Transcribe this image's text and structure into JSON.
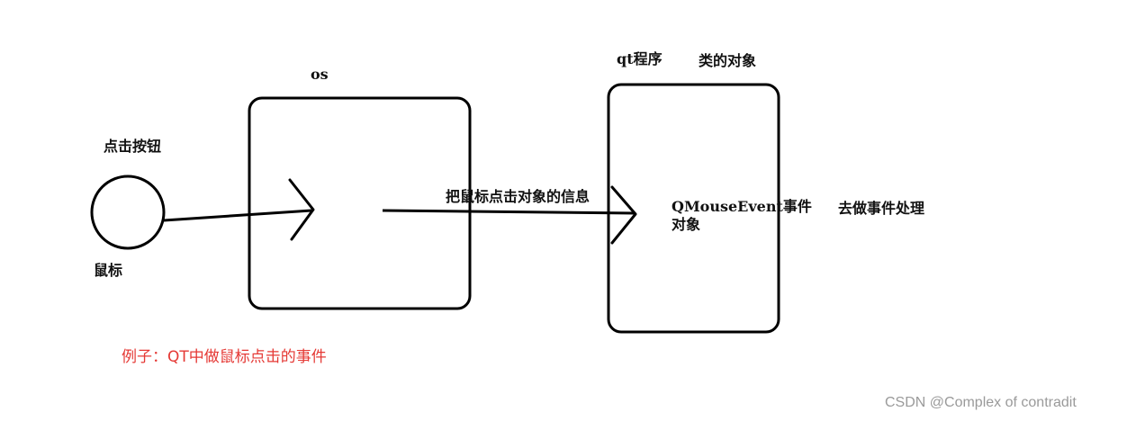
{
  "labels": {
    "click_button": "点击按钮",
    "mouse": "鼠标",
    "os": "os",
    "qt_program": "qt程序",
    "class_object": "类的对象",
    "pass_info": "把鼠标点击对象的信息",
    "qmouseevent": "QMouseEvent事件对象",
    "handle_event": "去做事件处理"
  },
  "caption": "例子：QT中做鼠标点击的事件",
  "watermark": "CSDN @Complex of contradit",
  "colors": {
    "stroke": "#000000",
    "caption": "#e53935",
    "watermark": "#9a9a9a"
  }
}
